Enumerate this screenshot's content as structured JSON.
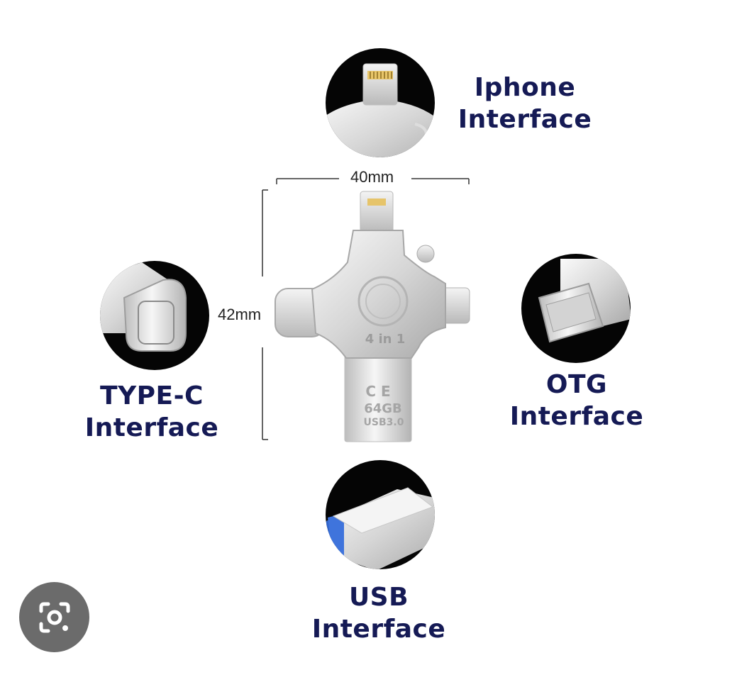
{
  "labels": {
    "iphone": [
      "Iphone",
      "Interface"
    ],
    "typec": [
      "TYPE-C",
      "Interface"
    ],
    "otg": [
      "OTG",
      "Interface"
    ],
    "usb": [
      "USB",
      "Interface"
    ]
  },
  "dimensions": {
    "width": "40mm",
    "height": "42mm"
  },
  "device_marks": {
    "model": "4 in 1",
    "cert": "C E",
    "capacity": "64GB",
    "standard": "USB3.0"
  },
  "colors": {
    "label_text": "#151a55",
    "usb_blue": "#2f63c9",
    "metal_light": "#f2f2f2",
    "metal_mid": "#cfcfcf",
    "metal_dark": "#9a9a9a"
  },
  "icons": {
    "lens_button": "google-lens-camera-icon"
  }
}
